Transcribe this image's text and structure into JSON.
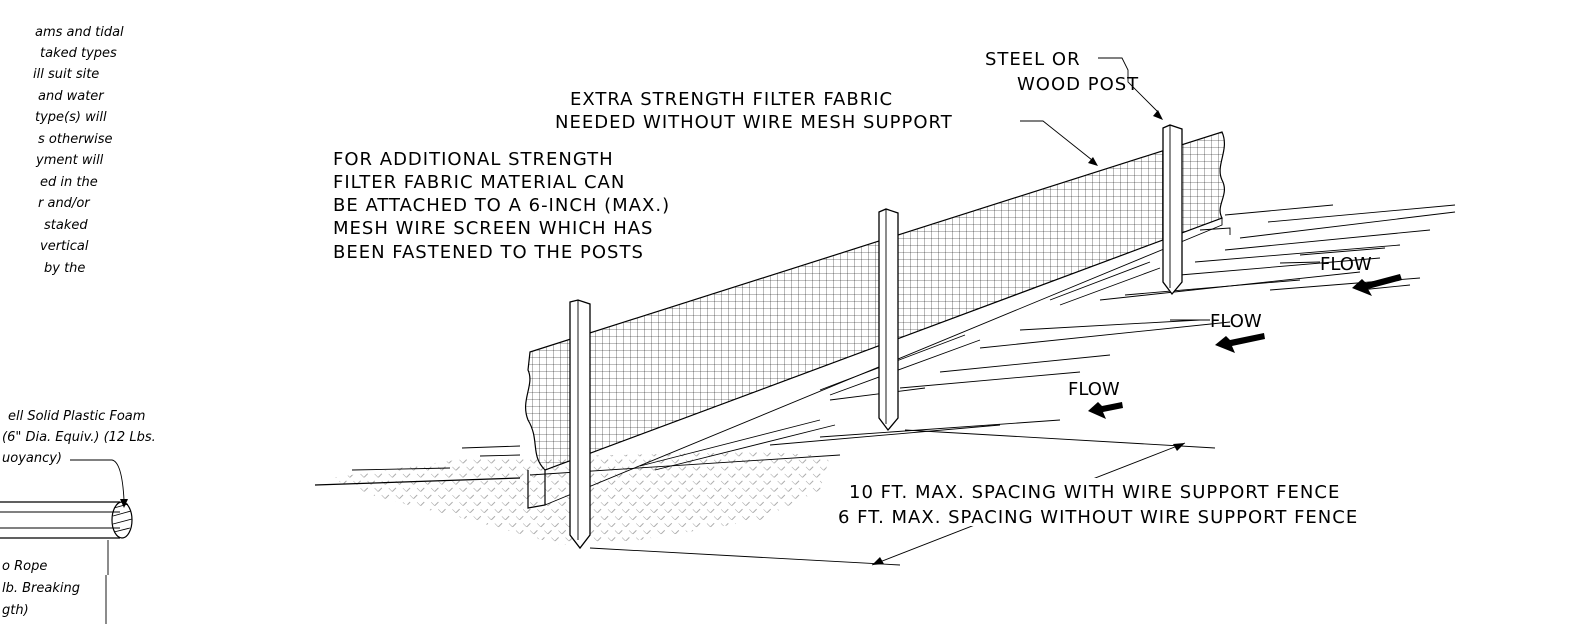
{
  "left_note_lines": [
    "ams and tidal",
    "taked types",
    "ill suit site",
    "and water",
    "type(s) will",
    "s otherwise",
    "yment will",
    "ed in the",
    "r and/or",
    "staked",
    "vertical",
    "by the"
  ],
  "boom_note_lines": [
    "ell Solid Plastic Foam",
    "(6\" Dia. Equiv.) (12 Lbs.",
    "uoyancy)"
  ],
  "rope_note_lines": [
    "o Rope",
    "lb. Breaking",
    "gth)"
  ],
  "post_label_lines": [
    "STEEL OR",
    "WOOD POST"
  ],
  "fabric_label_lines": [
    "EXTRA STRENGTH FILTER FABRIC",
    "NEEDED WITHOUT WIRE MESH SUPPORT"
  ],
  "strength_note_lines": [
    "FOR ADDITIONAL STRENGTH",
    "FILTER FABRIC MATERIAL CAN",
    "BE ATTACHED TO A 6-INCH (MAX.)",
    "MESH WIRE SCREEN WHICH HAS",
    "BEEN FASTENED TO THE POSTS"
  ],
  "spacing_lines": [
    "10 FT. MAX. SPACING WITH WIRE SUPPORT FENCE",
    "6 FT. MAX. SPACING WITHOUT WIRE SUPPORT FENCE"
  ],
  "flow_labels": [
    "FLOW",
    "FLOW",
    "FLOW"
  ]
}
